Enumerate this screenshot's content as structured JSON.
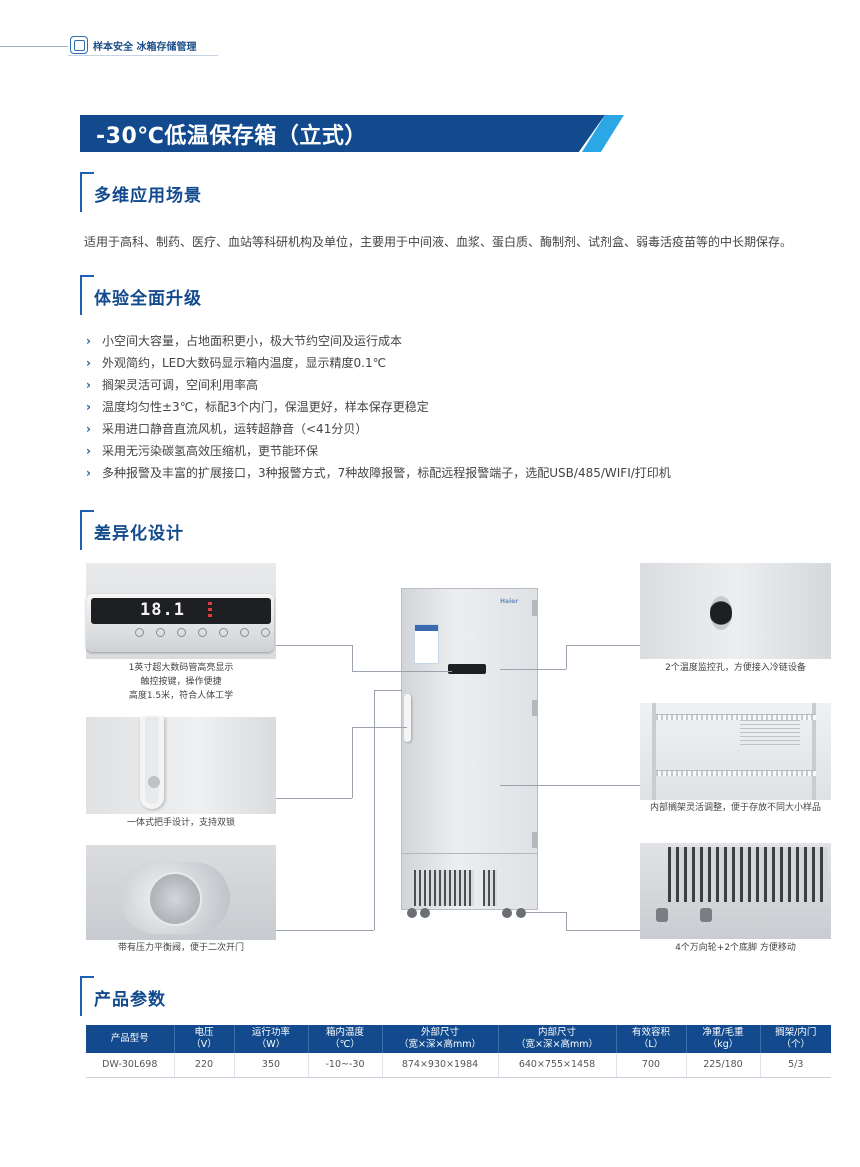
{
  "header": {
    "brand": "样本安全 冰箱存储管理"
  },
  "banner": {
    "title": "-30℃低温保存箱（立式）"
  },
  "sections": {
    "scenario": {
      "title": "多维应用场景",
      "text": "适用于高科、制药、医疗、血站等科研机构及单位，主要用于中间液、血浆、蛋白质、酶制剂、试剂盒、弱毒活疫苗等的中长期保存。"
    },
    "upgrade": {
      "title": "体验全面升级",
      "bullets": [
        "小空间大容量，占地面积更小，极大节约空间及运行成本",
        "外观简约，LED大数码显示箱内温度，显示精度0.1℃",
        "搁架灵活可调，空间利用率高",
        "温度均匀性±3℃，标配3个内门，保温更好，样本保存更稳定",
        "采用进口静音直流风机，运转超静音（<41分贝）",
        "采用无污染碳氢高效压缩机，更节能环保",
        "多种报警及丰富的扩展接口，3种报警方式，7种故障报警，标配远程报警端子，选配USB/485/WIFI/打印机"
      ]
    },
    "design": {
      "title": "差异化设计",
      "captions": {
        "display": [
          "1英寸超大数码管高亮显示",
          "触控按键，操作便捷",
          "高度1.5米，符合人体工学"
        ],
        "handle": "一体式把手设计，支持双锁",
        "valve": "带有压力平衡阀，便于二次开门",
        "port": "2个温度监控孔，方便接入冷链设备",
        "shelf": "内部搁架灵活调整，便于存放不同大小样品",
        "caster": "4个万向轮+2个底脚 方便移动"
      },
      "display_digits": "18.1",
      "freezer_logo": "Haier"
    },
    "params": {
      "title": "产品参数",
      "columns": [
        [
          "产品型号",
          ""
        ],
        [
          "电压",
          "（V）"
        ],
        [
          "运行功率",
          "（W）"
        ],
        [
          "箱内温度",
          "（℃）"
        ],
        [
          "外部尺寸",
          "（宽×深×高mm）"
        ],
        [
          "内部尺寸",
          "（宽×深×高mm）"
        ],
        [
          "有效容积",
          "（L）"
        ],
        [
          "净重/毛重",
          "（kg）"
        ],
        [
          "搁架/内门",
          "（个）"
        ]
      ],
      "rows": [
        [
          "DW-30L698",
          "220",
          "350",
          "-10~-30",
          "874×930×1984",
          "640×755×1458",
          "700",
          "225/180",
          "5/3"
        ]
      ]
    }
  },
  "colors": {
    "primary": "#124a8d",
    "accent": "#2ba7e6"
  },
  "icons": {
    "brand": "sample-box-icon",
    "bullet": "chevron-right-icon"
  }
}
